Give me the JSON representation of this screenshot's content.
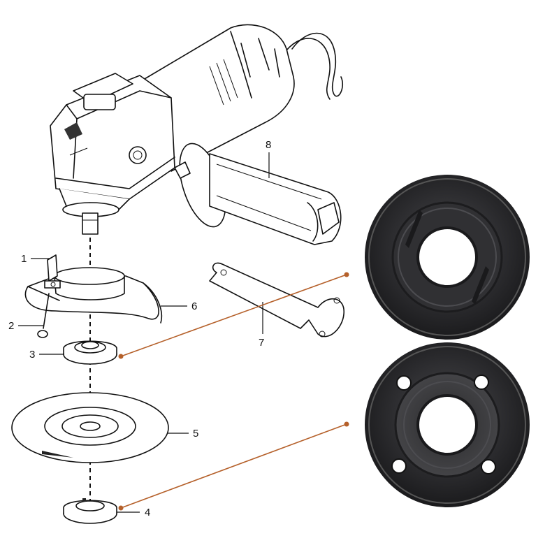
{
  "diagram": {
    "part_labels": {
      "p1": "1",
      "p2": "2",
      "p3": "3",
      "p4": "4",
      "p5": "5",
      "p6": "6",
      "p7": "7",
      "p8": "8"
    },
    "callout_color": "#b5602a",
    "nut_color": "#2a2a2c",
    "icons": [
      "angle-grinder-icon",
      "side-handle-icon",
      "wheel-guard-icon",
      "spanner-wrench-icon",
      "inner-flange-icon",
      "grinding-disc-icon",
      "lock-nut-icon"
    ]
  }
}
